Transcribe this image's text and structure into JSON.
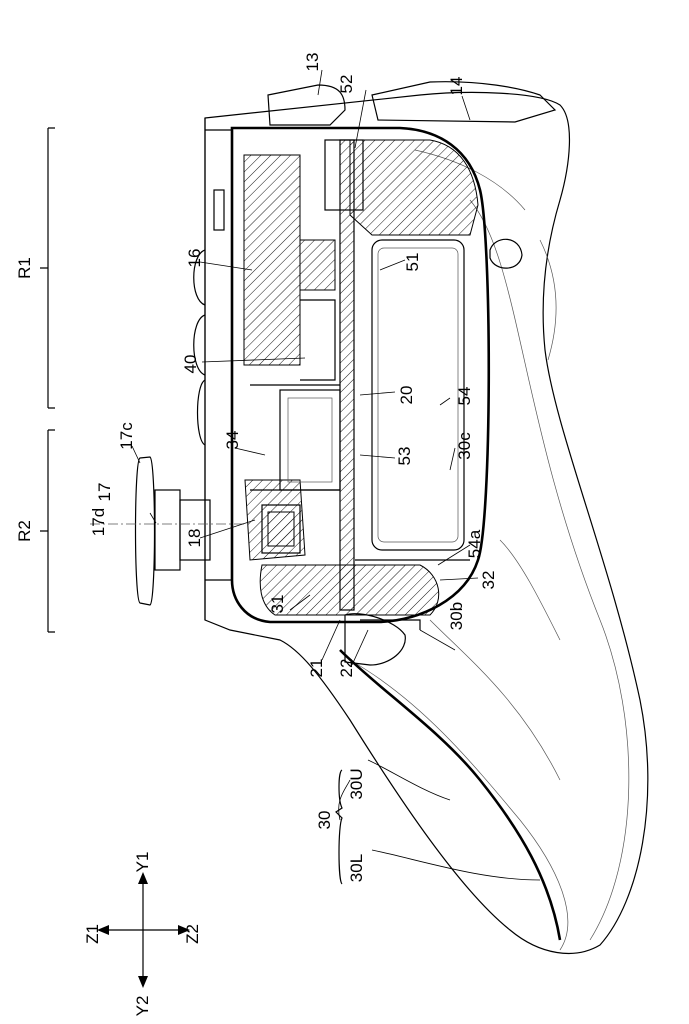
{
  "figure": {
    "region_labels": {
      "r1": "R1",
      "r2": "R2"
    },
    "parts": {
      "p13": "13",
      "p14": "14",
      "p16": "16",
      "p17": "17",
      "p17c": "17c",
      "p17d": "17d",
      "p18": "18",
      "p20": "20",
      "p21": "21",
      "p22": "22",
      "p30": "30",
      "p30U": "30U",
      "p30L": "30L",
      "p30b": "30b",
      "p30c": "30c",
      "p31": "31",
      "p32": "32",
      "p34": "34",
      "p40": "40",
      "p51": "51",
      "p52": "52",
      "p53": "53",
      "p54": "54",
      "p54a": "54a"
    },
    "axes": {
      "z1": "Z1",
      "z2": "Z2",
      "y1": "Y1",
      "y2": "Y2"
    }
  }
}
